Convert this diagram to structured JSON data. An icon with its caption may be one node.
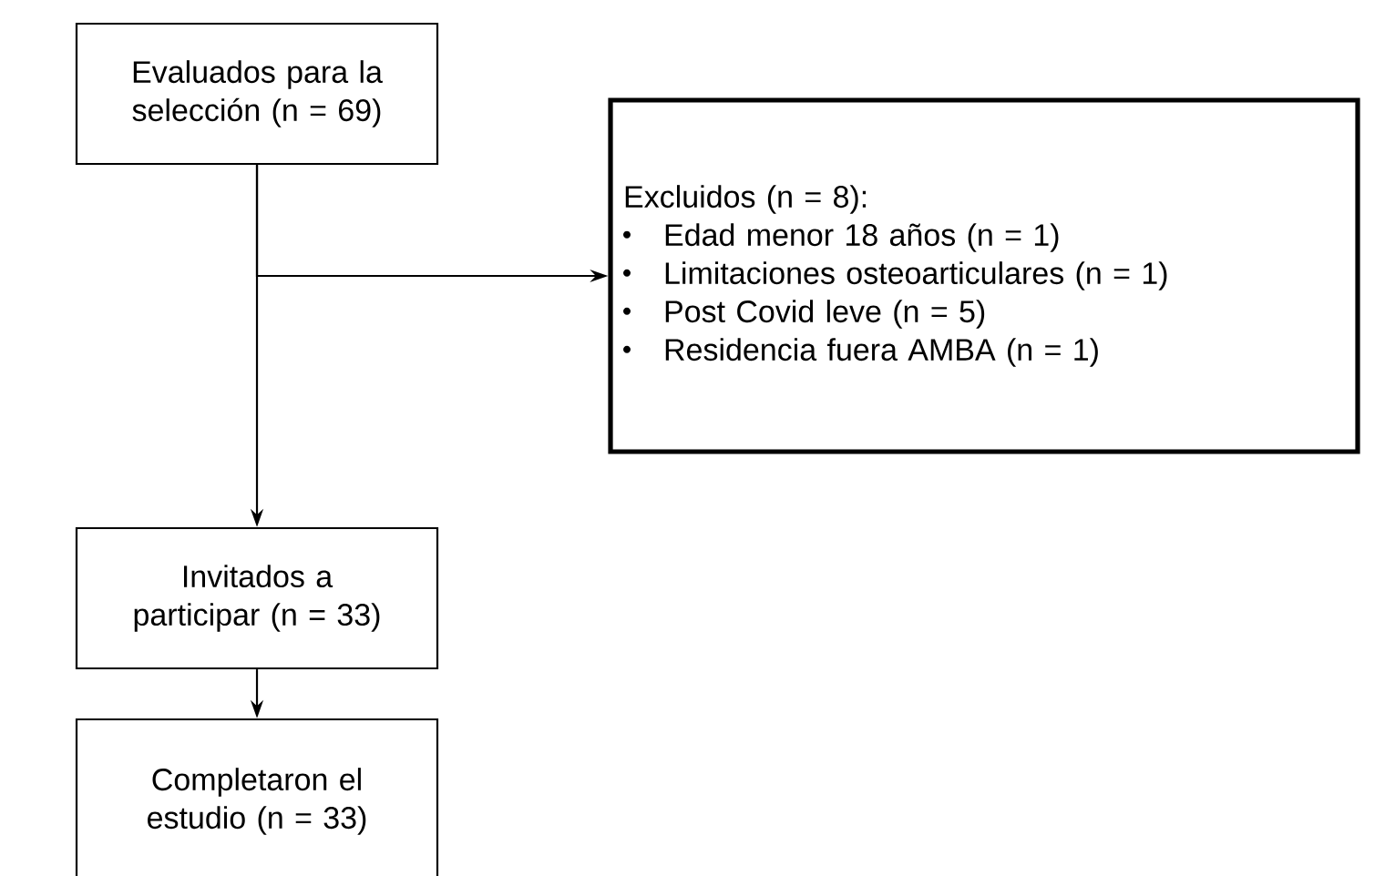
{
  "diagram": {
    "nodes": [
      {
        "text": [
          "Evaluados para la selección (n = 69)"
        ]
      },
      {
        "text": [
          "Excluidos (n = 8):",
          "Edad menor 18 años (n = 1)",
          "Limitaciones osteoarticulares (n = 1)",
          "Post Covid leve (n = 5)",
          "Residencia fuera AMBA (n = 1)"
        ]
      },
      {
        "text": [
          "Invitados a participar (n = 33)"
        ]
      },
      {
        "text": [
          "Completaron el estudio (n = 33)"
        ]
      }
    ],
    "edges": [
      {
        "from": 0,
        "to": 2,
        "arrow": "to"
      },
      {
        "from": 0,
        "to": 1,
        "arrow": "to"
      },
      {
        "from": 2,
        "to": 3,
        "arrow": "to"
      }
    ]
  }
}
